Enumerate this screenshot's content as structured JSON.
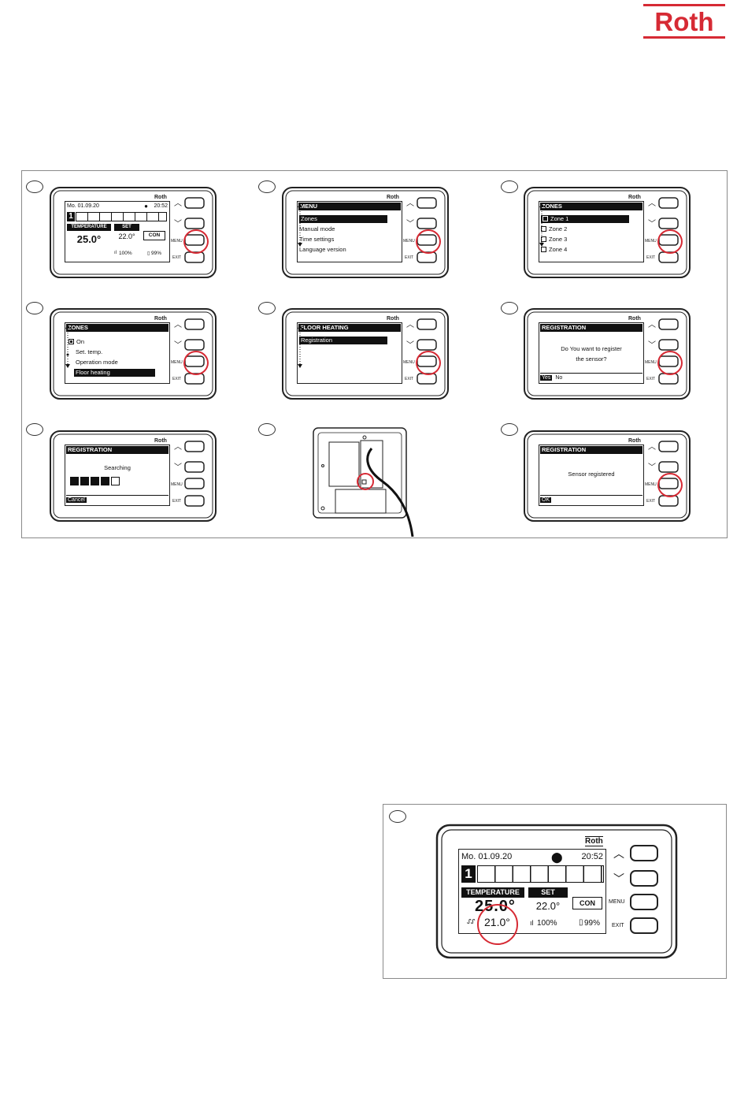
{
  "brand": {
    "logo_text": "Roth",
    "color": "#d62a34"
  },
  "device": {
    "brand_label": "Roth",
    "buttons": {
      "up_icon": "chevron-up-icon",
      "down_icon": "chevron-down-icon",
      "menu_label": "MENU",
      "exit_label": "EXIT"
    }
  },
  "home": {
    "date": "Mo. 01.09.20",
    "time": "20:52",
    "zone_number": "1",
    "temperature_label": "TEMPERATURE",
    "temperature_value": "25.0°",
    "set_label": "SET",
    "set_value": "22.0°",
    "mode_label": "CON",
    "signal": "100%",
    "battery": "99%",
    "floor_temperature": "21.0°"
  },
  "screens": {
    "menu": {
      "title": "MENU",
      "items": [
        "Zones",
        "Manual mode",
        "Time settings",
        "Language version"
      ]
    },
    "zones_list": {
      "title": "ZONES",
      "items": [
        "Zone 1",
        "Zone 2",
        "Zone 3",
        "Zone 4"
      ]
    },
    "zone_settings": {
      "title": "ZONES",
      "items": [
        "On",
        "Set. temp.",
        "Operation mode",
        "Floor heating"
      ]
    },
    "floor_heating": {
      "title": "FLOOR HEATING",
      "items": [
        "Registration"
      ]
    },
    "registration_confirm": {
      "title": "REGISTRATION",
      "line1": "Do You want to register",
      "line2": "the sensor?",
      "yes": "Yes",
      "no": "No"
    },
    "registration_search": {
      "title": "REGISTRATION",
      "text": "Searching",
      "cancel": "Cancel",
      "progress": 0.8
    },
    "registration_done": {
      "title": "REGISTRATION",
      "text": "Sensor registered",
      "ok": "OK"
    }
  }
}
